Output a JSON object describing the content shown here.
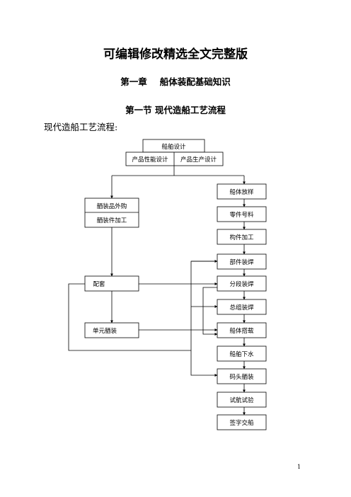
{
  "page": {
    "main_title": "可编辑修改精选全文完整版",
    "chapter_number": "第一章",
    "chapter_title": "船体装配基础知识",
    "section_title": "第一节  现代造船工艺流程",
    "intro": "现代造船工艺流程:",
    "page_number": "1"
  },
  "flow": {
    "design": "船舶设计",
    "product_performance_design": "产品性能设计",
    "product_production_design": "产品生产设计",
    "outfit_purchase": "舾装品外购",
    "outfit_fabrication": "舾装件加工",
    "matching": "配套",
    "unit_outfitting": "单元舾装",
    "lofting": "船体放样",
    "part_numbering": "零件号料",
    "component_processing": "构件加工",
    "part_assembly": "部件装焊",
    "block_assembly": "分段装焊",
    "grand_block_assembly": "总组装焊",
    "hull_erection": "船体搭载",
    "launching": "船舶下水",
    "quay_outfitting": "码头舾装",
    "sea_trial": "试航试验",
    "delivery": "签字交船"
  }
}
